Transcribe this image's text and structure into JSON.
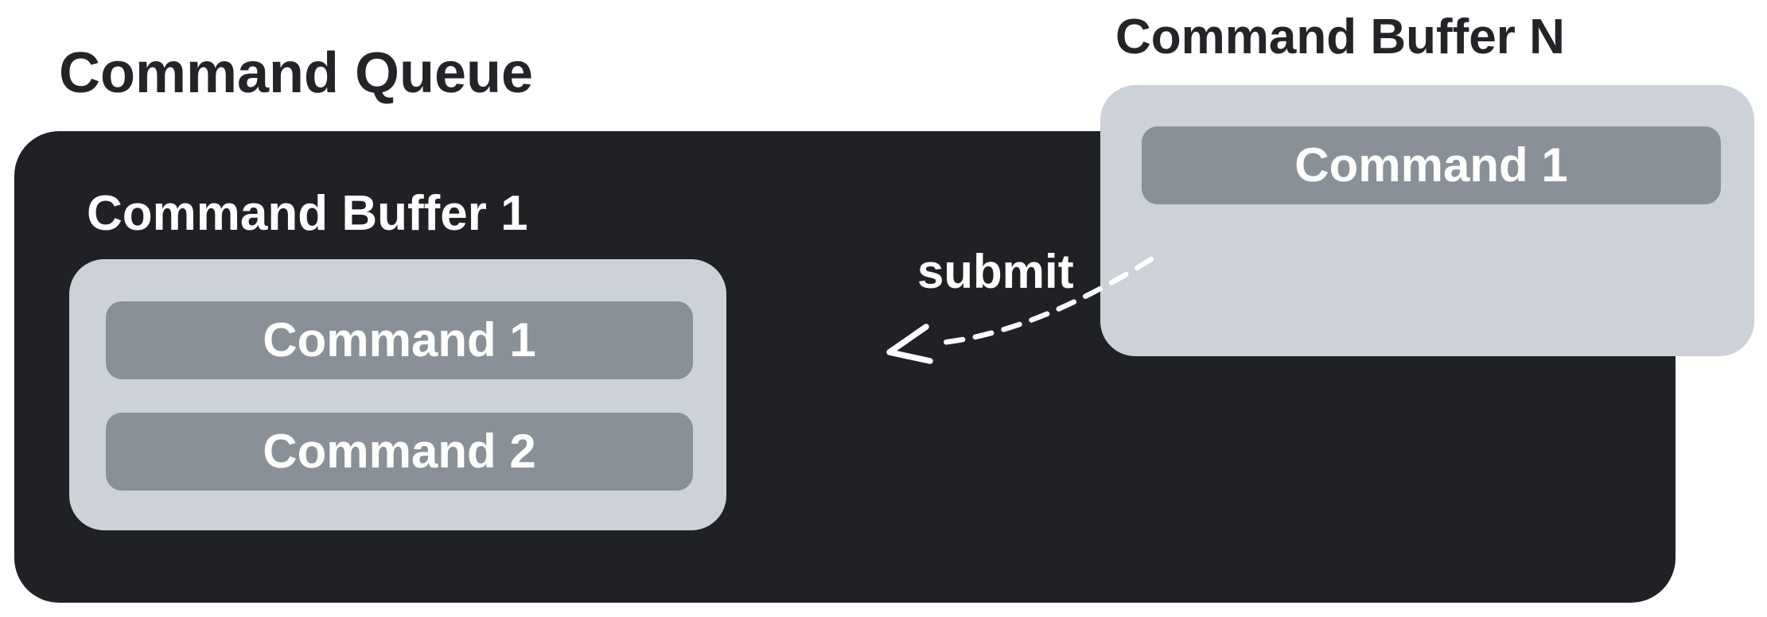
{
  "diagram": {
    "queue": {
      "title": "Command Queue",
      "buffer": {
        "title": "Command Buffer 1",
        "commands": [
          {
            "label": "Command 1"
          },
          {
            "label": "Command 2"
          }
        ]
      }
    },
    "incoming_buffer": {
      "title": "Command Buffer N",
      "commands": [
        {
          "label": "Command 1"
        }
      ]
    },
    "arrow": {
      "label": "submit"
    }
  },
  "colors": {
    "page_background": "#ffffff",
    "queue_background": "#202124",
    "buffer_background": "#cdd2d9",
    "command_background": "#8a9098",
    "dark_text": "#232428",
    "light_text": "#ffffff",
    "arrow": "#ffffff"
  }
}
